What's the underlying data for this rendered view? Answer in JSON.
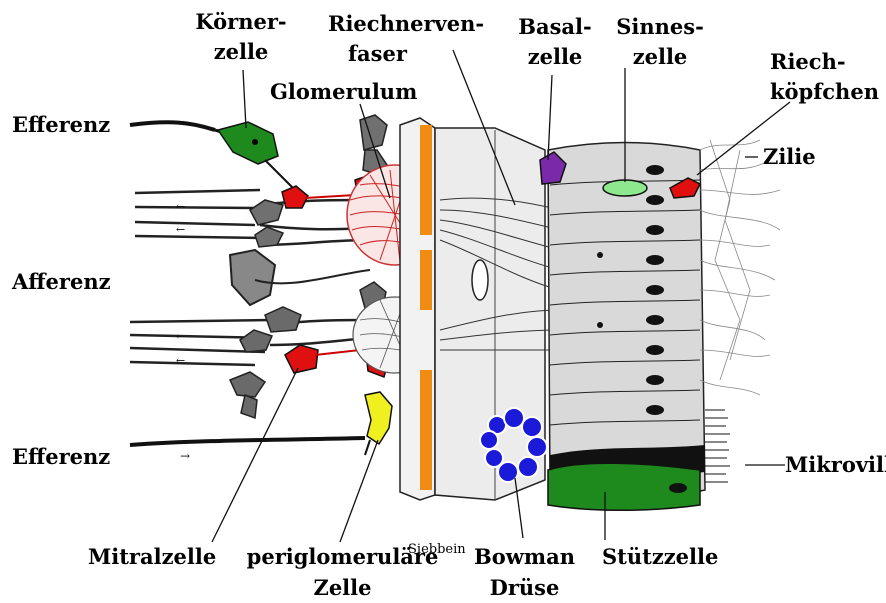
{
  "labels": {
    "efferenz_top": "Efferenz",
    "afferenz": "Afferenz",
    "efferenz_bottom": "Efferenz",
    "koernerzelle_1": "Körner-",
    "koernerzelle_2": "zelle",
    "riechnervenfaser_1": "Riechnerven-",
    "riechnervenfaser_2": "faser",
    "glomerulum": "Glomerulum",
    "basalzelle_1": "Basal-",
    "basalzelle_2": "zelle",
    "sinneszelle_1": "Sinnes-",
    "sinneszelle_2": "zelle",
    "riechkoepfchen_1": "Riech-",
    "riechkoepfchen_2": "köpfchen",
    "zilie": "Zilie",
    "mikrovilli": "Mikrovilli",
    "siebbein": "Siebbein",
    "mitralzelle": "Mitralzelle",
    "periglomerulaere_1": "periglomeruläre",
    "periglomerulaere_2": "Zelle",
    "bowman_1": "Bowman",
    "bowman_2": "Drüse",
    "stuetzzelle": "Stützzelle"
  },
  "colors": {
    "koernerzelle": "#1e8a1e",
    "mitral": "#e01010",
    "periglomerular": "#f0f020",
    "basal": "#7a2aa8",
    "sinnes": "#8ee88e",
    "bowman": "#1a1ad8",
    "stuetz": "#1e8a1e",
    "bone": "#f08c14",
    "neuron_gray": "#6e6e6e"
  }
}
